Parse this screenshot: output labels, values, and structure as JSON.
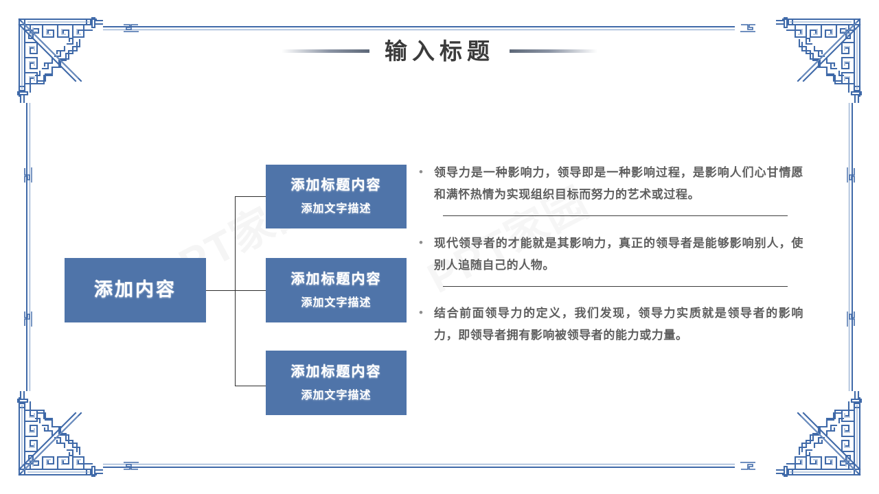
{
  "slide": {
    "background_color": "#ffffff",
    "accent_color": "#4f74a9",
    "frame_color": "#3f69a8",
    "title": "输入标题",
    "watermark": "PPT家园",
    "watermark_2": "PPT家园"
  },
  "diagram": {
    "root": {
      "title": "添加内容"
    },
    "nodes": [
      {
        "title": "添加标题内容",
        "subtitle": "添加文字描述"
      },
      {
        "title": "添加标题内容",
        "subtitle": "添加文字描述"
      },
      {
        "title": "添加标题内容",
        "subtitle": "添加文字描述"
      }
    ]
  },
  "content": {
    "bullet_glyph": "•",
    "paragraphs": [
      "领导力是一种影响力，领导即是一种影响过程，是影响人们心甘情愿和满怀热情为实现组织目标而努力的艺术或过程。",
      "现代领导者的才能就是其影响力，真正的领导者是能够影响别人，使别人追随自己的人物。",
      "结合前面领导力的定义，我们发现，领导力实质就是领导者的影响力，即领导者拥有影响被领导者的能力或力量。"
    ]
  }
}
